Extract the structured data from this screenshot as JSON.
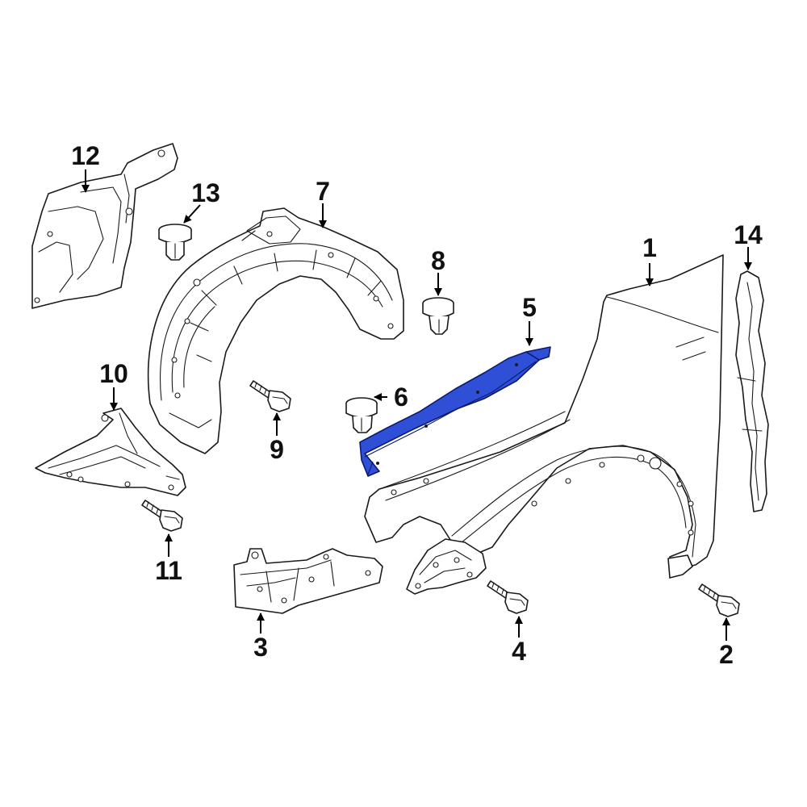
{
  "diagram": {
    "highlight_color": "#2f4fd6",
    "highlighted_part": "5",
    "callouts": [
      {
        "id": "1",
        "label": "1"
      },
      {
        "id": "2",
        "label": "2"
      },
      {
        "id": "3",
        "label": "3"
      },
      {
        "id": "4",
        "label": "4"
      },
      {
        "id": "5",
        "label": "5"
      },
      {
        "id": "6",
        "label": "6"
      },
      {
        "id": "7",
        "label": "7"
      },
      {
        "id": "8",
        "label": "8"
      },
      {
        "id": "9",
        "label": "9"
      },
      {
        "id": "10",
        "label": "10"
      },
      {
        "id": "11",
        "label": "11"
      },
      {
        "id": "12",
        "label": "12"
      },
      {
        "id": "13",
        "label": "13"
      },
      {
        "id": "14",
        "label": "14"
      }
    ]
  }
}
